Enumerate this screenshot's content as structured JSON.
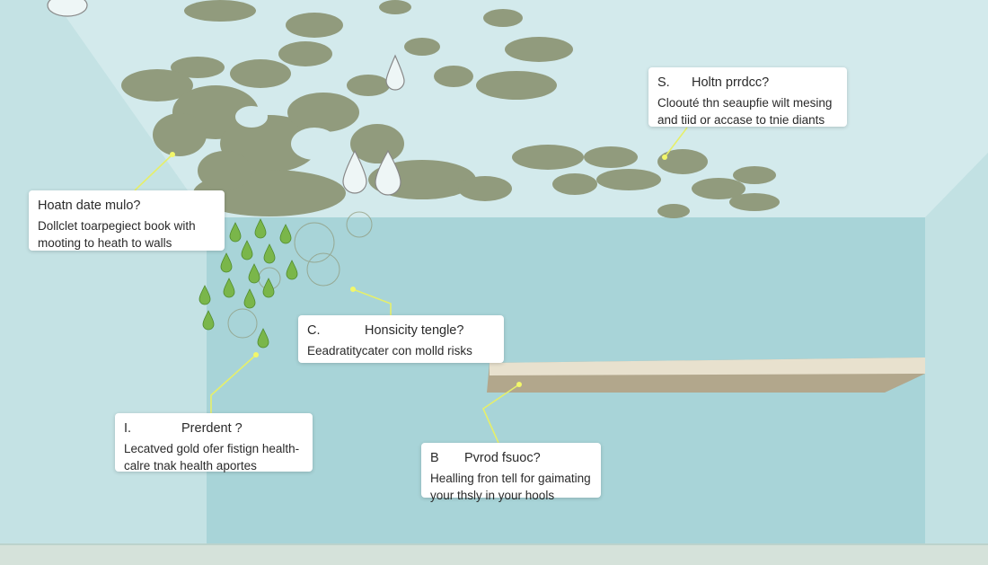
{
  "colors": {
    "wall_back": "#c9e6e8",
    "wall_front": "#a9d5d9",
    "ceiling": "#d6ecee",
    "mold": "#8d9678",
    "droplet": "#7ab64a",
    "shelf_top": "#e8e2d0",
    "shelf_edge": "#b3a88e",
    "leader": "#e8f070",
    "floor": "#d7e3dc"
  },
  "callouts": [
    {
      "letter": "S.",
      "title": "Holtn prrdcc?",
      "body": "Cloouté thn seaupfie wilt mesing\nand tiid or accase to tnie diants"
    },
    {
      "letter": "",
      "title": "Hoatn date mulo?",
      "body": "Dollclet toarpegiect book with\nmooting to heath to walls"
    },
    {
      "letter": "C.",
      "title": "Honsicity tengle?",
      "body": "Eeadratitycater con molld risks"
    },
    {
      "letter": "I.",
      "title": "Prerdent ?",
      "body": "Lecatved gold ofer fistign health-\ncalre tnak health aportes"
    },
    {
      "letter": "B",
      "title": "Pvrod fsuoc?",
      "body": "Healling fron tell for gaimating\nyour thsly in your hools"
    }
  ]
}
